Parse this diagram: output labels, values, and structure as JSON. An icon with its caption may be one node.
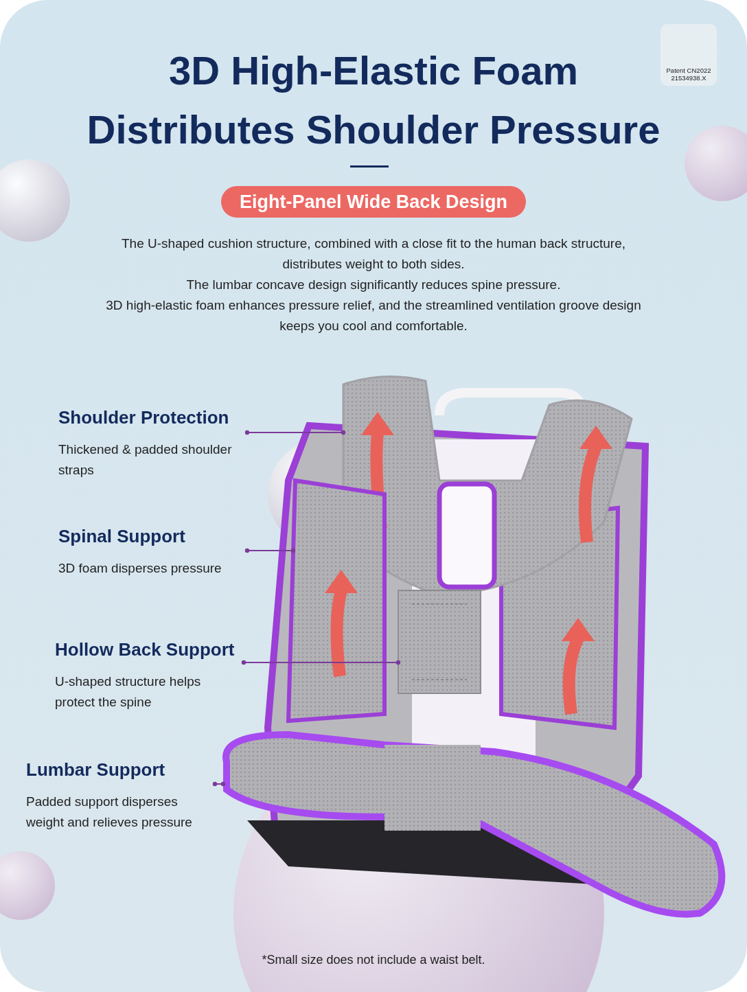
{
  "diagram": {
    "title": "3D High-Elastic Foam Distributes Shoulder Pressure",
    "nodes": [
      {
        "text": [
          "Eight-Panel Wide Back Design"
        ]
      },
      {
        "text": [
          "Shoulder Protection",
          "Thickened & padded shoulder straps"
        ]
      },
      {
        "text": [
          "Spinal Support",
          "3D foam disperses pressure"
        ]
      },
      {
        "text": [
          "Hollow Back Support",
          "U-shaped structure helps protect the spine"
        ]
      },
      {
        "text": [
          "Lumbar Support",
          "Padded support disperses weight and relieves pressure"
        ]
      },
      {
        "text": [],
        "shape": "picture"
      },
      {
        "text": [],
        "shape": "picture"
      },
      {
        "text": [],
        "shape": "picture"
      },
      {
        "text": [],
        "shape": "picture"
      }
    ],
    "edges": [
      {
        "from": 1,
        "to": 5,
        "arrow": "other"
      },
      {
        "from": 2,
        "to": 6,
        "arrow": "other"
      },
      {
        "from": 3,
        "to": 7,
        "arrow": "other"
      },
      {
        "from": 4,
        "to": 8,
        "arrow": "other"
      }
    ],
    "labels": [
      "Patent CN2022 21534938.X",
      "The U-shaped cushion structure, combined with a close fit to the human back structure, distributes weight to both sides.",
      "The lumbar concave design significantly reduces spine pressure.",
      "3D high-elastic foam enhances pressure relief, and the streamlined ventilation groove design keeps you cool and comfortable.",
      "*Small size does not include a waist belt."
    ]
  }
}
